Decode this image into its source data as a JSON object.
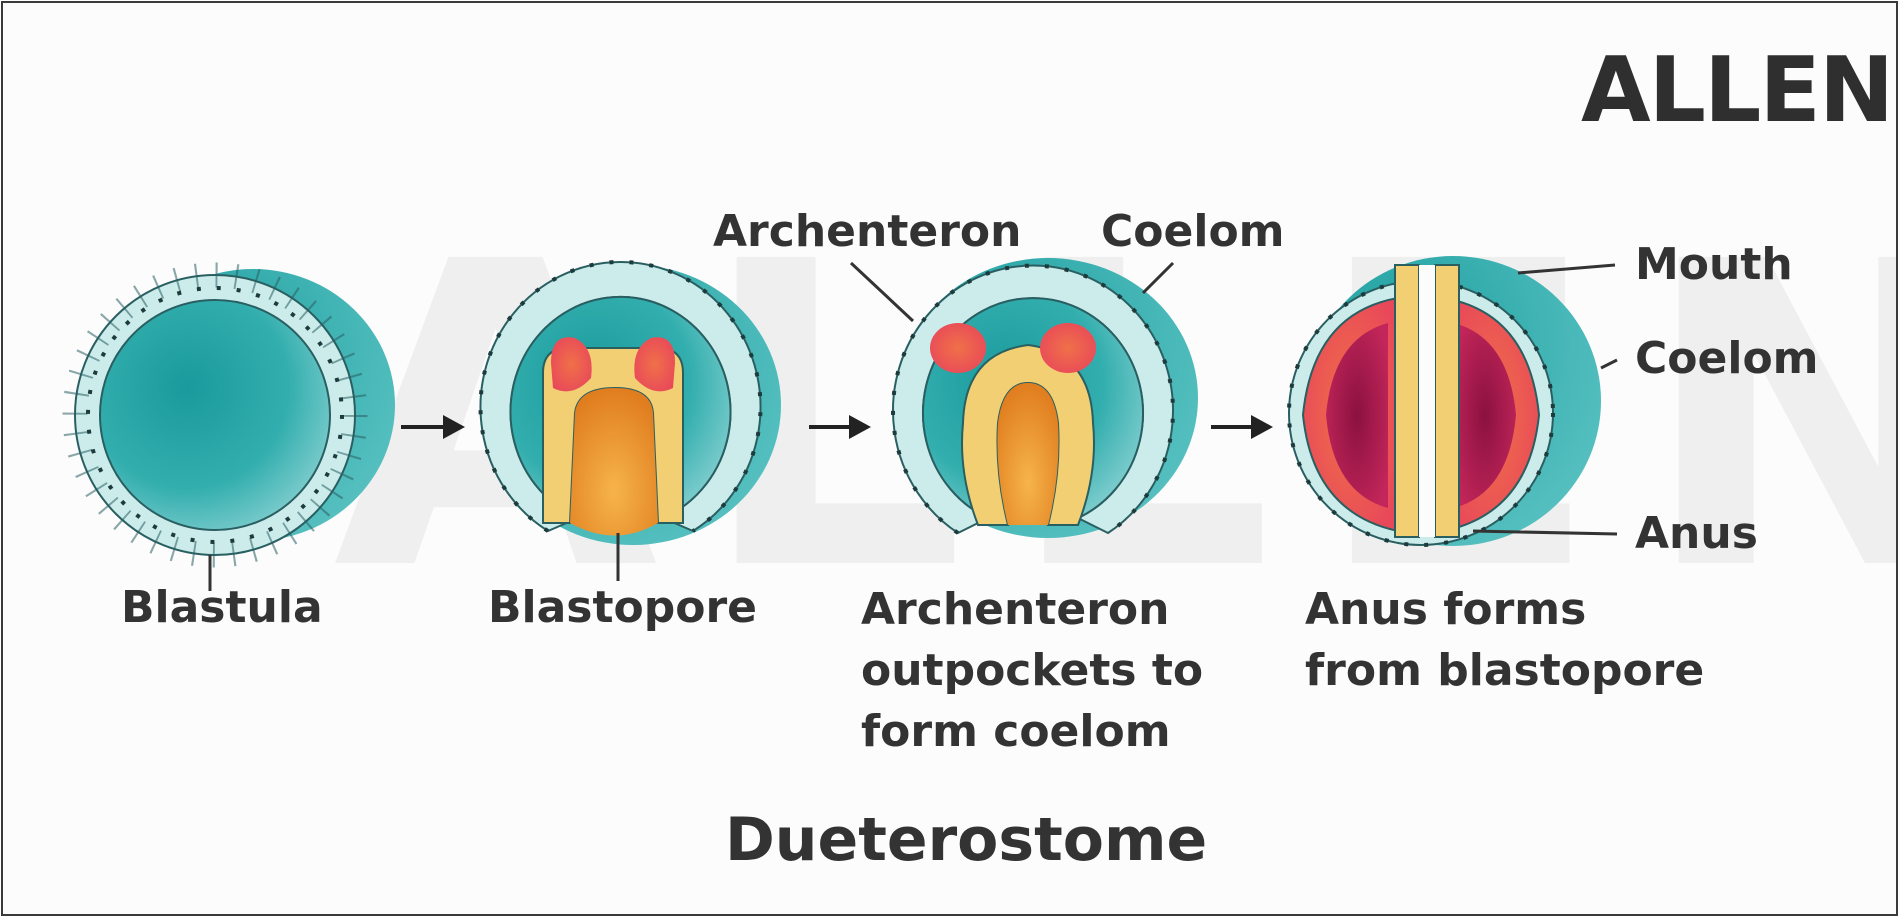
{
  "brand": {
    "name": "ALLEN"
  },
  "watermark": "ALLEN",
  "title": "Dueterostome",
  "stages": [
    {
      "caption": "Blastula"
    },
    {
      "caption": "Blastopore"
    },
    {
      "caption": [
        "Archenteron",
        "outpockets to",
        "form coelom"
      ]
    },
    {
      "caption": [
        "Anus forms",
        "from blastopore"
      ]
    }
  ],
  "callouts": {
    "archenteron": "Archenteron",
    "coelom_top": "Coelom",
    "mouth": "Mouth",
    "coelom_right": "Coelom",
    "anus": "Anus"
  },
  "colors": {
    "teal_dark": "#1a9a9c",
    "teal_light": "#8fd3d4",
    "ectoderm": "#ccecec",
    "endoderm": "#f3cf73",
    "archenteron_core": "#e7912c",
    "mesoderm": "#ef6a5a",
    "coelom_inner": "#b3174f",
    "text": "#333333"
  }
}
